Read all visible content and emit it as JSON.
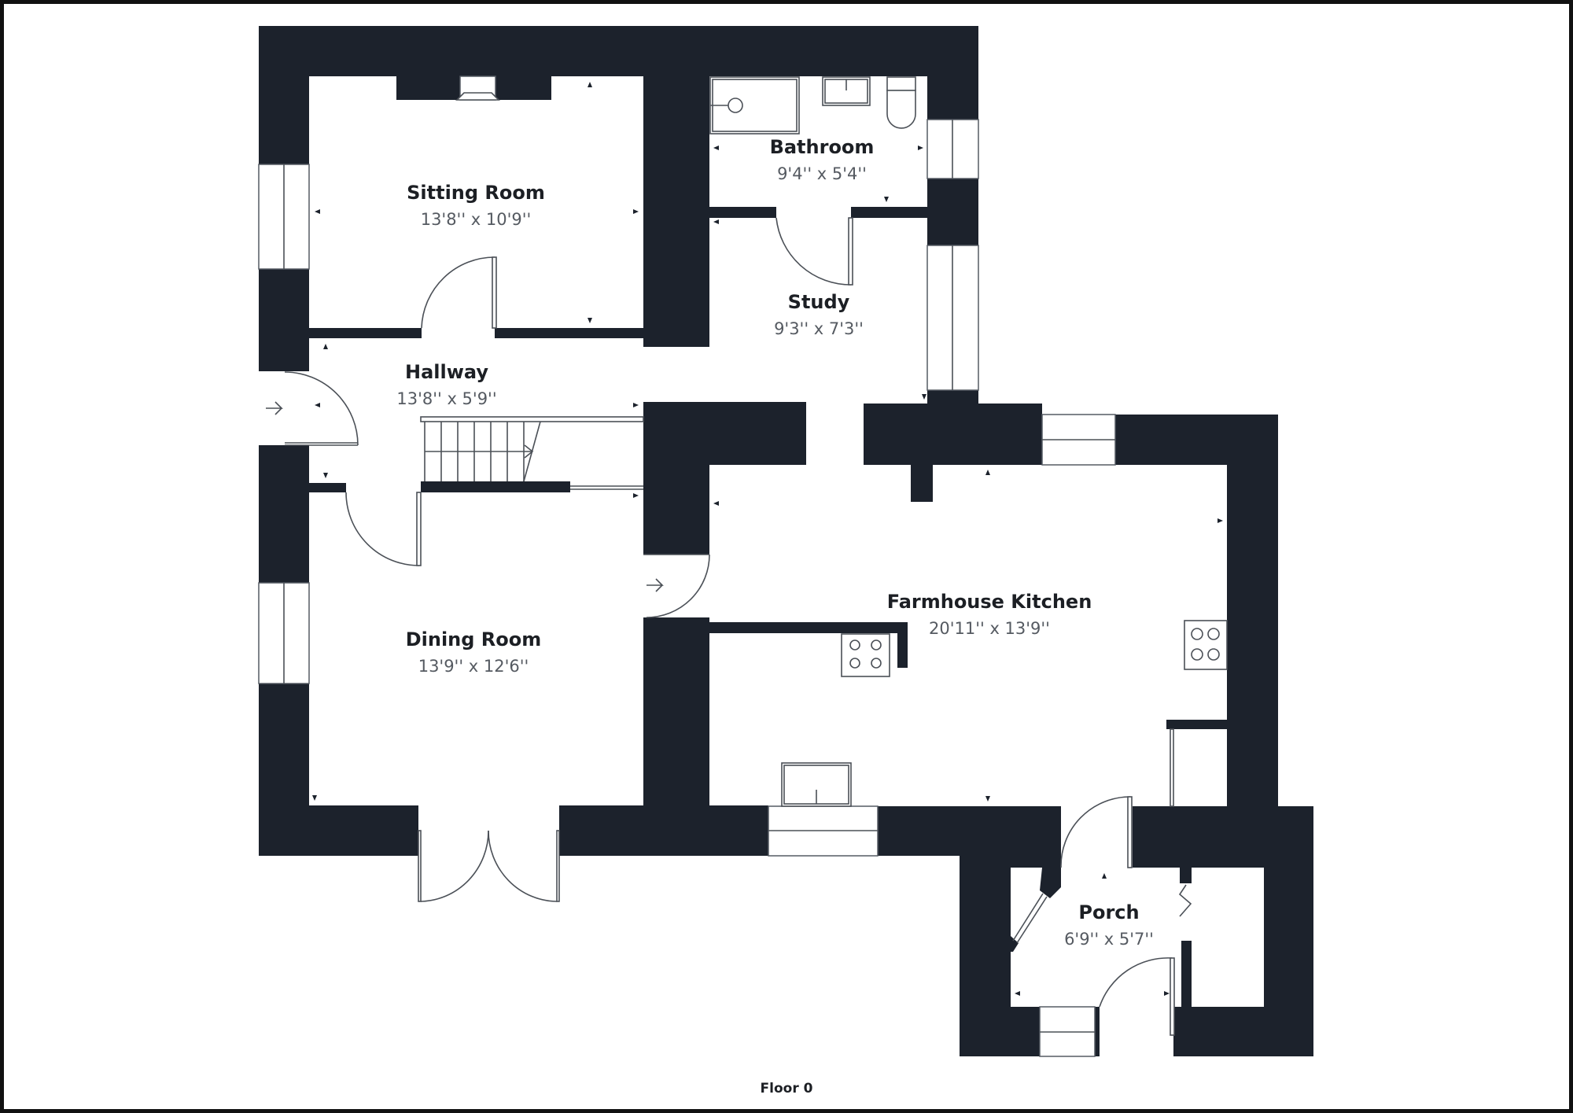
{
  "plan": {
    "floor_label": "Floor 0",
    "wall_color": "#1c222c",
    "rooms": {
      "sitting_room": {
        "name": "Sitting Room",
        "dimensions": "13'8'' x 10'9''"
      },
      "bathroom": {
        "name": "Bathroom",
        "dimensions": "9'4'' x 5'4''"
      },
      "study": {
        "name": "Study",
        "dimensions": "9'3'' x 7'3''"
      },
      "hallway": {
        "name": "Hallway",
        "dimensions": "13'8'' x 5'9''"
      },
      "dining_room": {
        "name": "Dining Room",
        "dimensions": "13'9'' x 12'6''"
      },
      "kitchen": {
        "name": "Farmhouse Kitchen",
        "dimensions": "20'11'' x 13'9''"
      },
      "porch": {
        "name": "Porch",
        "dimensions": "6'9'' x 5'7''"
      }
    }
  }
}
